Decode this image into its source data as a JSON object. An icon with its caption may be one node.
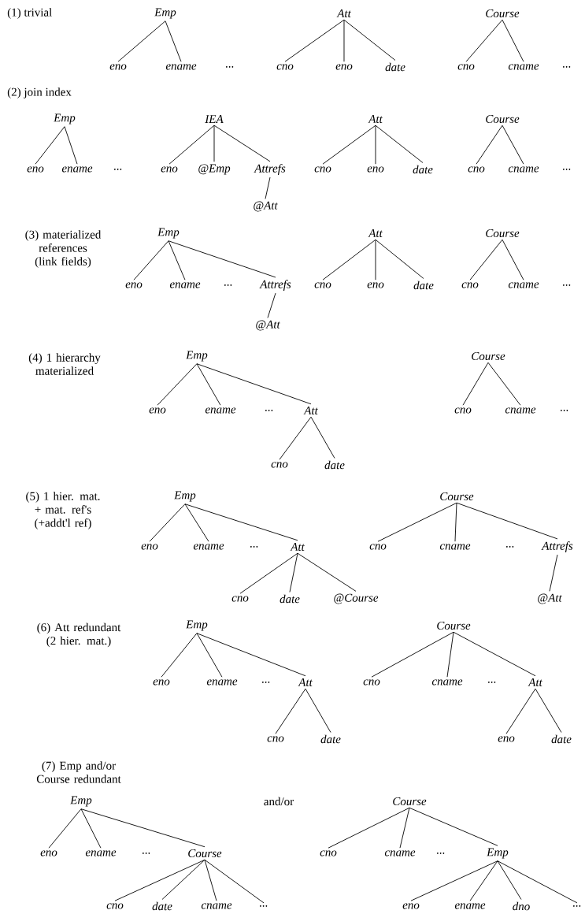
{
  "diagram": {
    "nodes": [
      {
        "text": [
          "Emp"
        ]
      },
      {
        "text": [
          "eno"
        ]
      },
      {
        "text": [
          "ename"
        ]
      },
      {
        "text": [
          "Att"
        ]
      },
      {
        "text": [
          "cno"
        ]
      },
      {
        "text": [
          "eno"
        ]
      },
      {
        "text": [
          "date"
        ]
      },
      {
        "text": [
          "Course"
        ]
      },
      {
        "text": [
          "cno"
        ]
      },
      {
        "text": [
          "cname"
        ]
      },
      {
        "text": [
          "Emp"
        ]
      },
      {
        "text": [
          "eno"
        ]
      },
      {
        "text": [
          "ename"
        ]
      },
      {
        "text": [
          "IEA"
        ]
      },
      {
        "text": [
          "eno"
        ]
      },
      {
        "text": [
          "@Emp"
        ]
      },
      {
        "text": [
          "Attrefs"
        ]
      },
      {
        "text": [
          "@Att"
        ]
      },
      {
        "text": [
          "Att"
        ]
      },
      {
        "text": [
          "cno"
        ]
      },
      {
        "text": [
          "eno"
        ]
      },
      {
        "text": [
          "date"
        ]
      },
      {
        "text": [
          "Course"
        ]
      },
      {
        "text": [
          "cno"
        ]
      },
      {
        "text": [
          "cname"
        ]
      },
      {
        "text": [
          "Emp"
        ]
      },
      {
        "text": [
          "eno"
        ]
      },
      {
        "text": [
          "ename"
        ]
      },
      {
        "text": [
          "Attrefs"
        ]
      },
      {
        "text": [
          "@Att"
        ]
      },
      {
        "text": [
          "Att"
        ]
      },
      {
        "text": [
          "cno"
        ]
      },
      {
        "text": [
          "eno"
        ]
      },
      {
        "text": [
          "date"
        ]
      },
      {
        "text": [
          "Course"
        ]
      },
      {
        "text": [
          "cno"
        ]
      },
      {
        "text": [
          "cname"
        ]
      },
      {
        "text": [
          "Emp"
        ]
      },
      {
        "text": [
          "eno"
        ]
      },
      {
        "text": [
          "ename"
        ]
      },
      {
        "text": [
          "Att"
        ]
      },
      {
        "text": [
          "cno"
        ]
      },
      {
        "text": [
          "date"
        ]
      },
      {
        "text": [
          "Course"
        ]
      },
      {
        "text": [
          "cno"
        ]
      },
      {
        "text": [
          "cname"
        ]
      },
      {
        "text": [
          "Emp"
        ]
      },
      {
        "text": [
          "eno"
        ]
      },
      {
        "text": [
          "ename"
        ]
      },
      {
        "text": [
          "Att"
        ]
      },
      {
        "text": [
          "cno"
        ]
      },
      {
        "text": [
          "date"
        ]
      },
      {
        "text": [
          "@Course"
        ]
      },
      {
        "text": [
          "Course"
        ]
      },
      {
        "text": [
          "cno"
        ]
      },
      {
        "text": [
          "cname"
        ]
      },
      {
        "text": [
          "Attrefs"
        ]
      },
      {
        "text": [
          "@Att"
        ]
      },
      {
        "text": [
          "Emp"
        ]
      },
      {
        "text": [
          "eno"
        ]
      },
      {
        "text": [
          "ename"
        ]
      },
      {
        "text": [
          "Att"
        ]
      },
      {
        "text": [
          "cno"
        ]
      },
      {
        "text": [
          "date"
        ]
      },
      {
        "text": [
          "Course"
        ]
      },
      {
        "text": [
          "cno"
        ]
      },
      {
        "text": [
          "cname"
        ]
      },
      {
        "text": [
          "Att"
        ]
      },
      {
        "text": [
          "eno"
        ]
      },
      {
        "text": [
          "date"
        ]
      },
      {
        "text": [
          "Emp"
        ]
      },
      {
        "text": [
          "eno"
        ]
      },
      {
        "text": [
          "ename"
        ]
      },
      {
        "text": [
          "Course"
        ]
      },
      {
        "text": [
          "cno"
        ]
      },
      {
        "text": [
          "date"
        ]
      },
      {
        "text": [
          "cname"
        ]
      },
      {
        "text": [
          "..."
        ]
      },
      {
        "text": [
          "Course"
        ]
      },
      {
        "text": [
          "cno"
        ]
      },
      {
        "text": [
          "cname"
        ]
      },
      {
        "text": [
          "Emp"
        ]
      },
      {
        "text": [
          "eno"
        ]
      },
      {
        "text": [
          "ename"
        ]
      },
      {
        "text": [
          "dno"
        ]
      },
      {
        "text": [
          "..."
        ]
      }
    ],
    "edges": [
      {
        "from": 0,
        "to": 1,
        "arrow": "none"
      },
      {
        "from": 0,
        "to": 2,
        "arrow": "none"
      },
      {
        "from": 3,
        "to": 4,
        "arrow": "none"
      },
      {
        "from": 3,
        "to": 5,
        "arrow": "none"
      },
      {
        "from": 3,
        "to": 6,
        "arrow": "none"
      },
      {
        "from": 7,
        "to": 8,
        "arrow": "none"
      },
      {
        "from": 7,
        "to": 9,
        "arrow": "none"
      },
      {
        "from": 10,
        "to": 11,
        "arrow": "none"
      },
      {
        "from": 10,
        "to": 12,
        "arrow": "none"
      },
      {
        "from": 13,
        "to": 14,
        "arrow": "none"
      },
      {
        "from": 13,
        "to": 15,
        "arrow": "none"
      },
      {
        "from": 13,
        "to": 16,
        "arrow": "none"
      },
      {
        "from": 16,
        "to": 17,
        "arrow": "none"
      },
      {
        "from": 18,
        "to": 19,
        "arrow": "none"
      },
      {
        "from": 18,
        "to": 20,
        "arrow": "none"
      },
      {
        "from": 18,
        "to": 21,
        "arrow": "none"
      },
      {
        "from": 22,
        "to": 23,
        "arrow": "none"
      },
      {
        "from": 22,
        "to": 24,
        "arrow": "none"
      },
      {
        "from": 25,
        "to": 26,
        "arrow": "none"
      },
      {
        "from": 25,
        "to": 27,
        "arrow": "none"
      },
      {
        "from": 25,
        "to": 28,
        "arrow": "none"
      },
      {
        "from": 28,
        "to": 29,
        "arrow": "none"
      },
      {
        "from": 30,
        "to": 31,
        "arrow": "none"
      },
      {
        "from": 30,
        "to": 32,
        "arrow": "none"
      },
      {
        "from": 30,
        "to": 33,
        "arrow": "none"
      },
      {
        "from": 34,
        "to": 35,
        "arrow": "none"
      },
      {
        "from": 34,
        "to": 36,
        "arrow": "none"
      },
      {
        "from": 37,
        "to": 38,
        "arrow": "none"
      },
      {
        "from": 37,
        "to": 39,
        "arrow": "none"
      },
      {
        "from": 37,
        "to": 40,
        "arrow": "none"
      },
      {
        "from": 40,
        "to": 41,
        "arrow": "none"
      },
      {
        "from": 40,
        "to": 42,
        "arrow": "none"
      },
      {
        "from": 43,
        "to": 44,
        "arrow": "none"
      },
      {
        "from": 43,
        "to": 45,
        "arrow": "none"
      },
      {
        "from": 46,
        "to": 47,
        "arrow": "none"
      },
      {
        "from": 46,
        "to": 48,
        "arrow": "none"
      },
      {
        "from": 46,
        "to": 49,
        "arrow": "none"
      },
      {
        "from": 49,
        "to": 50,
        "arrow": "none"
      },
      {
        "from": 49,
        "to": 51,
        "arrow": "none"
      },
      {
        "from": 49,
        "to": 52,
        "arrow": "none"
      },
      {
        "from": 53,
        "to": 54,
        "arrow": "none"
      },
      {
        "from": 53,
        "to": 55,
        "arrow": "none"
      },
      {
        "from": 53,
        "to": 56,
        "arrow": "none"
      },
      {
        "from": 56,
        "to": 57,
        "arrow": "none"
      },
      {
        "from": 58,
        "to": 59,
        "arrow": "none"
      },
      {
        "from": 58,
        "to": 60,
        "arrow": "none"
      },
      {
        "from": 58,
        "to": 61,
        "arrow": "none"
      },
      {
        "from": 61,
        "to": 62,
        "arrow": "none"
      },
      {
        "from": 61,
        "to": 63,
        "arrow": "none"
      },
      {
        "from": 64,
        "to": 65,
        "arrow": "none"
      },
      {
        "from": 64,
        "to": 66,
        "arrow": "none"
      },
      {
        "from": 64,
        "to": 67,
        "arrow": "none"
      },
      {
        "from": 67,
        "to": 68,
        "arrow": "none"
      },
      {
        "from": 67,
        "to": 69,
        "arrow": "none"
      },
      {
        "from": 70,
        "to": 71,
        "arrow": "none"
      },
      {
        "from": 70,
        "to": 72,
        "arrow": "none"
      },
      {
        "from": 70,
        "to": 73,
        "arrow": "none"
      },
      {
        "from": 73,
        "to": 74,
        "arrow": "none"
      },
      {
        "from": 73,
        "to": 75,
        "arrow": "none"
      },
      {
        "from": 73,
        "to": 76,
        "arrow": "none"
      },
      {
        "from": 73,
        "to": 77,
        "arrow": "none"
      },
      {
        "from": 78,
        "to": 79,
        "arrow": "none"
      },
      {
        "from": 78,
        "to": 80,
        "arrow": "none"
      },
      {
        "from": 78,
        "to": 81,
        "arrow": "none"
      },
      {
        "from": 81,
        "to": 82,
        "arrow": "none"
      },
      {
        "from": 81,
        "to": 83,
        "arrow": "none"
      },
      {
        "from": 81,
        "to": 84,
        "arrow": "none"
      },
      {
        "from": 81,
        "to": 85,
        "arrow": "none"
      }
    ],
    "labels": [
      "(1) trivial",
      "...",
      "...",
      "(2) join index",
      "...",
      "...",
      "(3) materialized references (link fields)",
      "...",
      "...",
      "(4) 1 hierarchy materialized",
      "...",
      "...",
      "(5) 1 hier. mat. + mat. ref's (+addt'l ref)",
      "...",
      "...",
      "(6) Att redundant (2 hier. mat.)",
      "...",
      "...",
      "(7) Emp and/or Course redundant",
      "and/or",
      "...",
      "..."
    ]
  }
}
